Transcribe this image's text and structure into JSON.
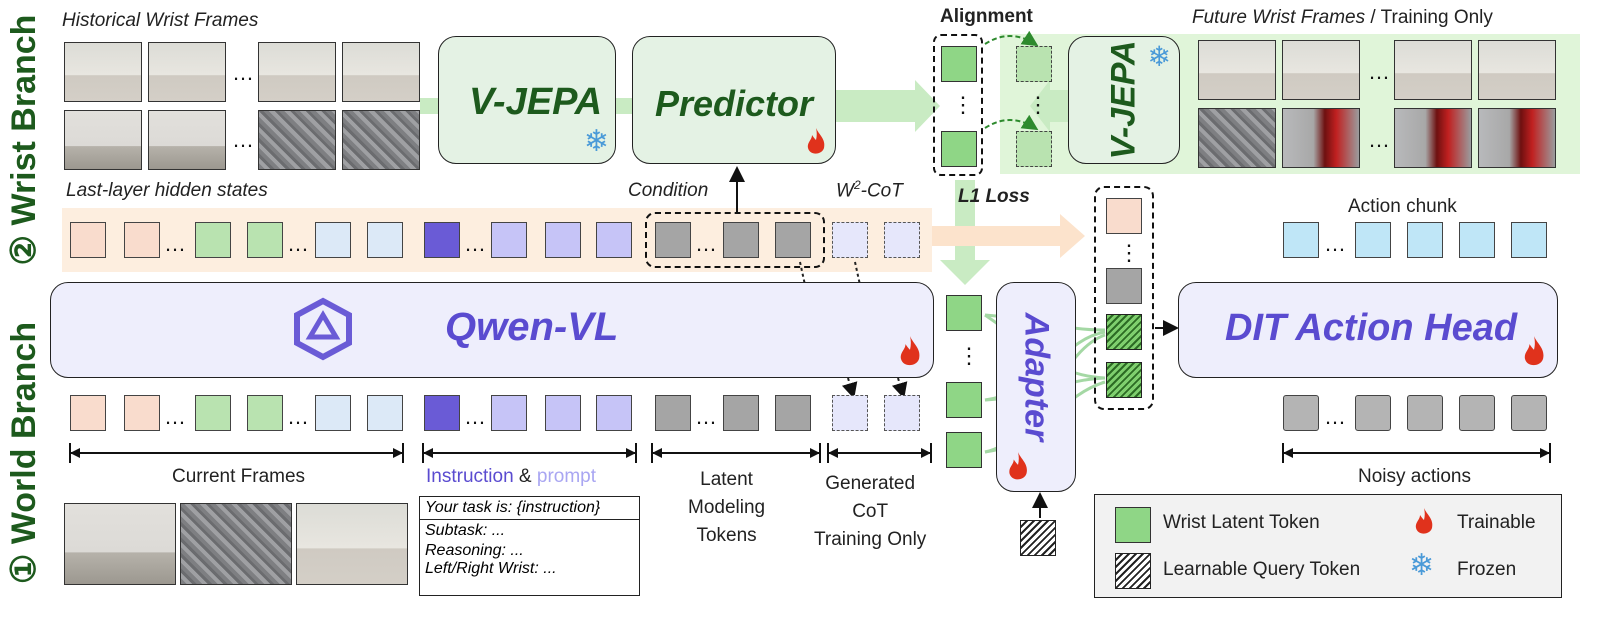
{
  "labels": {
    "historical": "Historical Wrist Frames",
    "future": "Future Wrist Frames",
    "training_only_top": " / Training Only",
    "alignment": "Alignment",
    "l1_loss": "L1 Loss",
    "last_layer": "Last-layer hidden states",
    "condition": "Condition",
    "w2cot_w": "W",
    "w2cot_sup": "2",
    "w2cot_rest": "-CoT",
    "action_chunk": "Action chunk",
    "current_frames": "Current Frames",
    "instruction": "Instruction",
    "amp": " & ",
    "prompt": "prompt",
    "latent_modeling": "Latent\nModeling\nTokens",
    "generated_cot": "Generated\nCoT\nTraining Only",
    "noisy_actions": "Noisy actions",
    "wrist_branch": "② Wrist Branch",
    "world_branch": "① World Branch",
    "dots": "…",
    "vdots": "⋮"
  },
  "modules": {
    "vjepa_left": "V-JEPA",
    "predictor": "Predictor",
    "vjepa_right": "V-JEPA",
    "qwen": "Qwen-VL",
    "adapter": "Adapter",
    "dit": "DIT Action Head"
  },
  "prompt_box": {
    "line1": "Your task is: {instruction}",
    "line2": "Subtask: ...",
    "line3": "Reasoning: ...",
    "line4": "Left/Right Wrist: ..."
  },
  "legend": {
    "wrist_latent": "Wrist Latent Token",
    "learnable_query": "Learnable Query Token",
    "trainable": "Trainable",
    "frozen": "Frozen"
  },
  "colors": {
    "green_branch": "#1d5a1d",
    "purple_text": "#5a4bd0",
    "module_fill": "#e4f2e4",
    "qwen_fill": "#eeeefc",
    "flame": "#e0321c",
    "snow": "#4a9ad8"
  },
  "icons": [
    "snowflake-icon",
    "flame-icon",
    "qwen-logo-icon"
  ]
}
